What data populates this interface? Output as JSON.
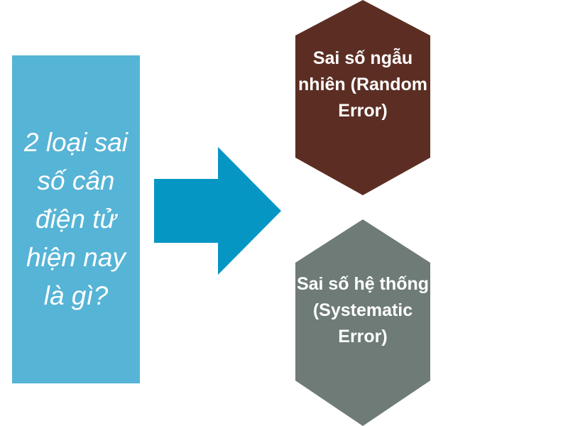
{
  "question": "2 loại sai số cân điện tử hiện nay là gì?",
  "types": [
    {
      "label": "Sai số ngẫu nhiên (Random Error)",
      "color": "#5c2e23"
    },
    {
      "label": "Sai số hệ thống (Systematic Error)",
      "color": "#6e7b76"
    }
  ],
  "colors": {
    "question_box": "#56b4d6",
    "arrow": "#0596c4"
  }
}
